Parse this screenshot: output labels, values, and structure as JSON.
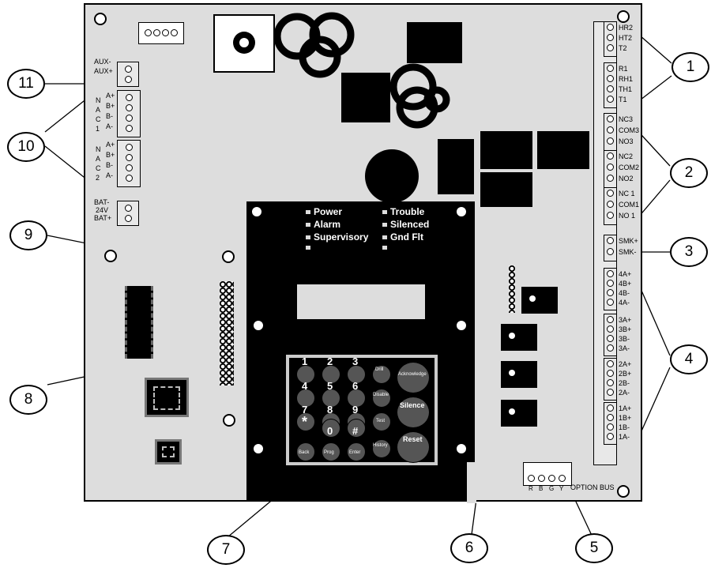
{
  "callouts": [
    "1",
    "2",
    "3",
    "4",
    "5",
    "6",
    "7",
    "8",
    "9",
    "10",
    "11"
  ],
  "left_terminals": {
    "aux": [
      "AUX-",
      "AUX+"
    ],
    "nac1_side": [
      "N",
      "A",
      "C",
      "1"
    ],
    "nac1": [
      "A+",
      "B+",
      "B-",
      "A-"
    ],
    "nac2_side": [
      "N",
      "A",
      "C",
      "2"
    ],
    "nac2": [
      "A+",
      "B+",
      "B-",
      "A-"
    ],
    "bat": [
      "BAT-",
      "24V",
      "BAT+"
    ]
  },
  "right_terminals": {
    "group1a": [
      "HR2",
      "HT2",
      "T2"
    ],
    "group1b": [
      "R1",
      "RH1",
      "TH1",
      "T1"
    ],
    "relay3": [
      "NC3",
      "COM3",
      "NO3"
    ],
    "relay2": [
      "NC2",
      "COM2",
      "NO2"
    ],
    "relay1": [
      "NC 1",
      "COM1",
      "NO 1"
    ],
    "smoke": [
      "SMK+",
      "SMK-"
    ],
    "zone4": [
      "4A+",
      "4B+",
      "4B-",
      "4A-"
    ],
    "zone3": [
      "3A+",
      "3B+",
      "3B-",
      "3A-"
    ],
    "zone2": [
      "2A+",
      "2B+",
      "2B-",
      "2A-"
    ],
    "zone1": [
      "1A+",
      "1B+",
      "1B-",
      "1A-"
    ]
  },
  "leds": {
    "left": [
      "Power",
      "Alarm",
      "Supervisory"
    ],
    "right": [
      "Trouble",
      "Silenced",
      "Gnd Flt"
    ]
  },
  "keypad": {
    "digits": [
      "1",
      "2",
      "3",
      "4",
      "5",
      "6",
      "7",
      "8",
      "9",
      "*",
      "0",
      "#"
    ],
    "keys": [
      "Drill",
      "Disable",
      "Test",
      "History",
      "Back",
      "Prog",
      "Enter",
      "Acknowledge",
      "Silence",
      "Reset"
    ]
  },
  "option_bus": {
    "label": "OPTION BUS",
    "pins": [
      "R",
      "B",
      "G",
      "Y"
    ]
  }
}
